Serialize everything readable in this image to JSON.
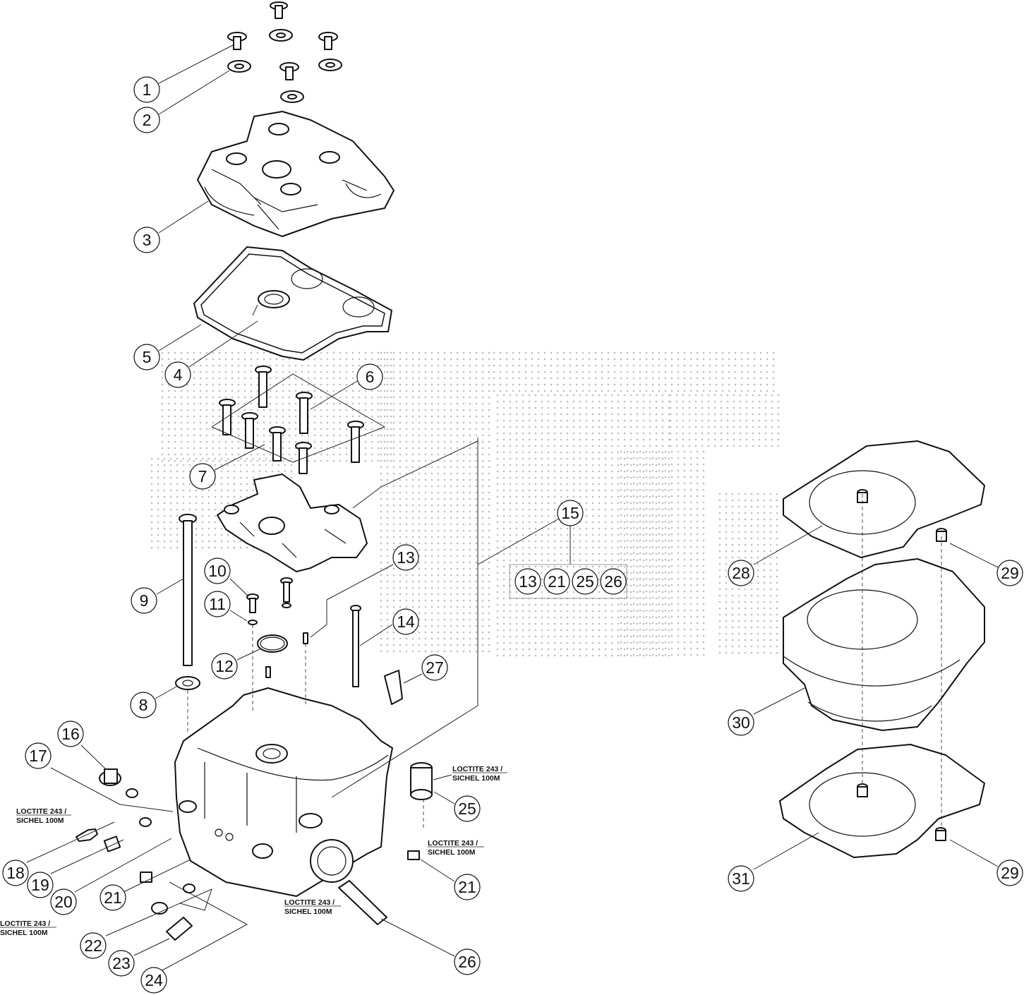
{
  "watermark": {
    "dot_color": "#bdbdbd"
  },
  "colors": {
    "line": "#111111",
    "background": "#ffffff"
  },
  "callouts": [
    {
      "id": "c1",
      "label": "1"
    },
    {
      "id": "c2",
      "label": "2"
    },
    {
      "id": "c3",
      "label": "3"
    },
    {
      "id": "c5",
      "label": "5"
    },
    {
      "id": "c4",
      "label": "4"
    },
    {
      "id": "c6",
      "label": "6"
    },
    {
      "id": "c7",
      "label": "7"
    },
    {
      "id": "c9",
      "label": "9"
    },
    {
      "id": "c10",
      "label": "10"
    },
    {
      "id": "c11",
      "label": "11"
    },
    {
      "id": "c12",
      "label": "12"
    },
    {
      "id": "c8",
      "label": "8"
    },
    {
      "id": "c13",
      "label": "13"
    },
    {
      "id": "c14",
      "label": "14"
    },
    {
      "id": "c27",
      "label": "27"
    },
    {
      "id": "c15",
      "label": "15"
    },
    {
      "id": "c16",
      "label": "16"
    },
    {
      "id": "c17",
      "label": "17"
    },
    {
      "id": "c18",
      "label": "18"
    },
    {
      "id": "c19",
      "label": "19"
    },
    {
      "id": "c20",
      "label": "20"
    },
    {
      "id": "c21a",
      "label": "21"
    },
    {
      "id": "c21b",
      "label": "21"
    },
    {
      "id": "c22",
      "label": "22"
    },
    {
      "id": "c23",
      "label": "23"
    },
    {
      "id": "c24",
      "label": "24"
    },
    {
      "id": "c25",
      "label": "25"
    },
    {
      "id": "c26",
      "label": "26"
    },
    {
      "id": "c28",
      "label": "28"
    },
    {
      "id": "c29a",
      "label": "29"
    },
    {
      "id": "c29b",
      "label": "29"
    },
    {
      "id": "c30",
      "label": "30"
    },
    {
      "id": "c31",
      "label": "31"
    }
  ],
  "kit_group": {
    "parent_label": "15",
    "items": [
      "13",
      "21",
      "25",
      "26"
    ]
  },
  "notes": [
    {
      "id": "n1",
      "line1": "LOCTITE 243 /",
      "line2": "SICHEL 100M"
    },
    {
      "id": "n2",
      "line1": "LOCTITE 243 /",
      "line2": "SICHEL 100M"
    },
    {
      "id": "n3",
      "line1": "LOCTITE 243 /",
      "line2": "SICHEL 100M"
    },
    {
      "id": "n4",
      "line1": "LOCTITE 243 /",
      "line2": "SICHEL 100M"
    },
    {
      "id": "n5",
      "line1": "LOCTITE 243 /",
      "line2": "SICHEL 100M"
    }
  ]
}
